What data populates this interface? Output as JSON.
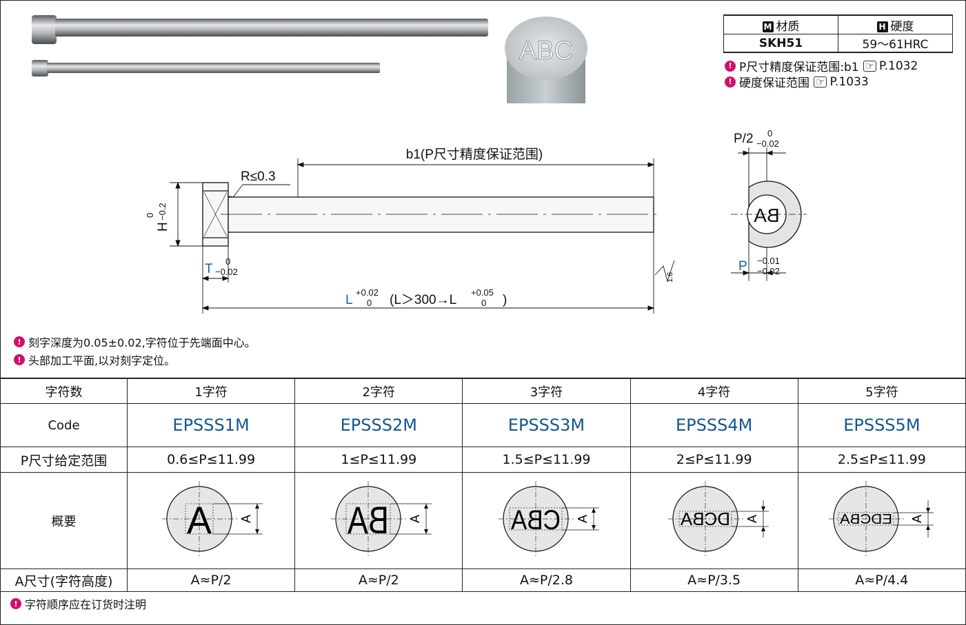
{
  "material_table": {
    "material_icon": "M",
    "material_header": "材质",
    "hardness_icon": "H",
    "hardness_header": "硬度",
    "material_value": "SKH51",
    "hardness_value": "59～61HRC"
  },
  "references": [
    {
      "text": "P尺寸精度保证范围:b1",
      "icon": "pointing-hand-icon",
      "page": "P.1032"
    },
    {
      "text": "硬度保证范围",
      "icon": "pointing-hand-icon",
      "page": "P.1033"
    }
  ],
  "photo": {
    "engraving": "ABC"
  },
  "drawing": {
    "b1_label": "b1(P尺寸精度保证范围)",
    "radius_label": "R≤0.3",
    "h_label": "H",
    "h_tol_upper": "0",
    "h_tol_lower": "−0.2",
    "t_label": "T",
    "t_tol_upper": "0",
    "t_tol_lower": "−0.02",
    "l_label": "L",
    "l_tol_upper": "+0.02",
    "l_tol_lower": "0",
    "l_cond": "(L＞300→L",
    "l_cond_tol_upper": "+0.05",
    "l_cond_tol_lower": "0",
    "l_cond_close": ")",
    "roughness": "1.6",
    "p2_label": "P/2",
    "p2_tol_upper": "0",
    "p2_tol_lower": "−0.02",
    "end_text": "BA",
    "p_label": "P",
    "p_tol_upper": "−0.01",
    "p_tol_lower": "−0.02"
  },
  "notes": [
    "刻字深度为0.05±0.02,字符位于先端面中心。",
    "头部加工平面,以对刻字定位。"
  ],
  "spec_table": {
    "labels": [
      "字符数",
      "Code",
      "P尺寸给定范围",
      "概要",
      "A尺寸(字符高度)"
    ],
    "columns": [
      {
        "count": "1字符",
        "code": "EPSSS1M",
        "range": "0.6≤P≤11.99",
        "chars": "A",
        "a_label": "A",
        "a_size": "A≈P/2"
      },
      {
        "count": "2字符",
        "code": "EPSSS2M",
        "range": "1≤P≤11.99",
        "chars": "BA",
        "a_label": "A",
        "a_size": "A≈P/2"
      },
      {
        "count": "3字符",
        "code": "EPSSS3M",
        "range": "1.5≤P≤11.99",
        "chars": "CBA",
        "a_label": "A",
        "a_size": "A≈P/2.8"
      },
      {
        "count": "4字符",
        "code": "EPSSS4M",
        "range": "2≤P≤11.99",
        "chars": "DCBA",
        "a_label": "A",
        "a_size": "A≈P/3.5"
      },
      {
        "count": "5字符",
        "code": "EPSSS5M",
        "range": "2.5≤P≤11.99",
        "chars": "EDCBA",
        "a_label": "A",
        "a_size": "A≈P/4.4"
      }
    ]
  },
  "bottom_note": "字符顺序应在订货时注明",
  "colors": {
    "accent_blue": "#1a5fa0",
    "code_blue": "#12568f",
    "note_dot": "#d0106c"
  }
}
